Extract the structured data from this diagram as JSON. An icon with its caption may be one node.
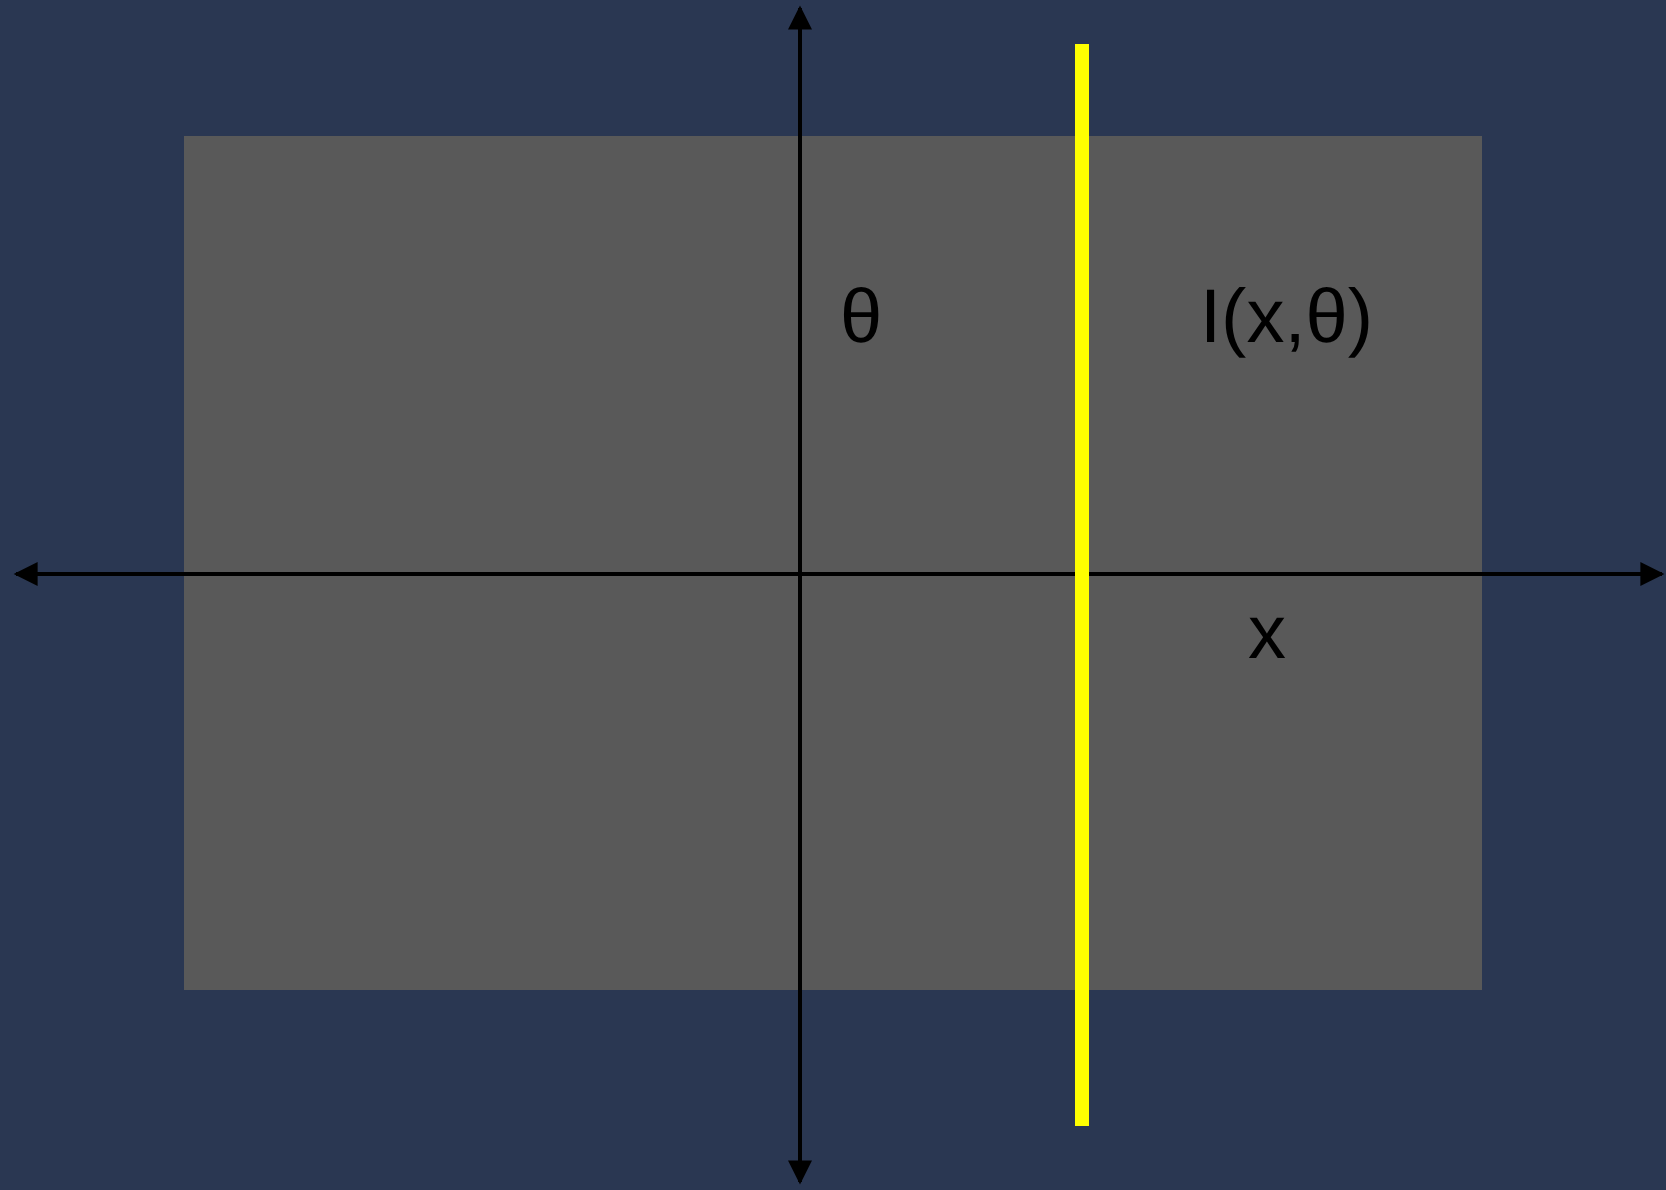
{
  "diagram": {
    "labels": [
      "θ",
      "I(x,θ)",
      "x"
    ]
  }
}
